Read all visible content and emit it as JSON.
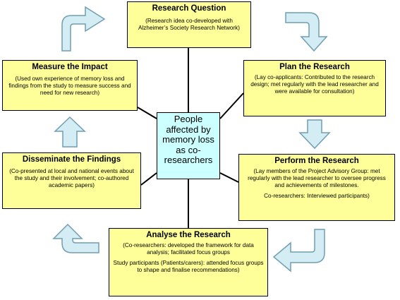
{
  "center": {
    "text": "People affected by memory loss as co-researchers"
  },
  "boxes": {
    "research_question": {
      "title": "Research Question",
      "desc": "(Research idea co-developed with Alzheimer’s Society Research Network)"
    },
    "plan": {
      "title": "Plan the Research",
      "desc": "(Lay co-applicants: Contributed to the research design; met regularly with the lead researcher and were available for consultation)"
    },
    "perform": {
      "title": "Perform the Research",
      "desc": "(Lay members of the Project Advisory Group: met regularly with the lead researcher to oversee progress and achievements of milestones.",
      "desc2": "Co-researchers: Interviewed participants)"
    },
    "analyse": {
      "title": "Analyse the Research",
      "desc": "(Co-researchers: developed the framework for data analysis; facilitated focus groups",
      "desc2": "Study participants (Patients/carers): attended focus groups to shape and finalise recommendations)"
    },
    "disseminate": {
      "title": "Disseminate the Findings",
      "desc": "(Co-presented at local and national events about the study and their involvement; co-authored academic papers)"
    },
    "measure": {
      "title": "Measure the Impact",
      "desc": "(Used own experience of memory loss and findings from the study to measure success and need for new research)"
    }
  },
  "colors": {
    "box_fill": "#ffff99",
    "center_fill": "#ccffff",
    "arrow_fill": "#d4ecf3",
    "arrow_stroke": "#6f9fb0"
  }
}
